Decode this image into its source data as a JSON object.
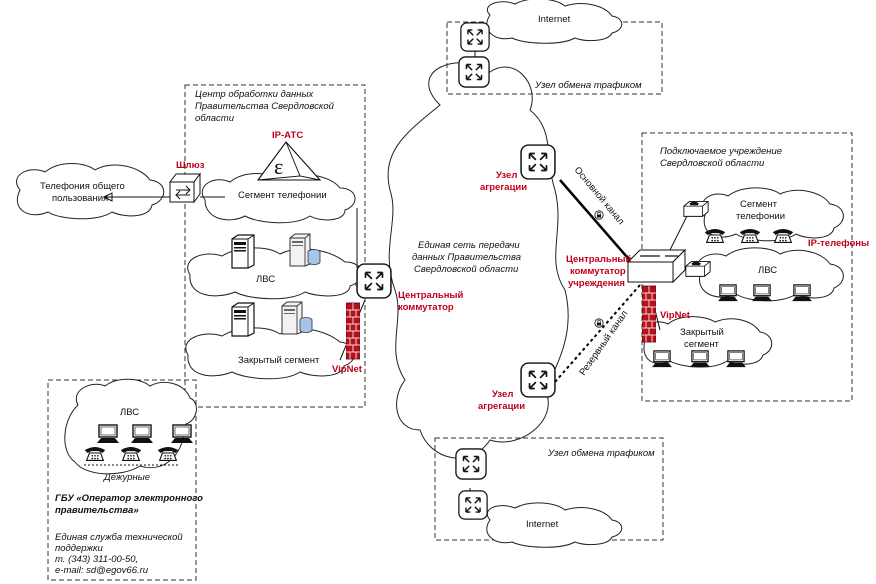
{
  "labels": {
    "data_center": [
      "Центр обработки данных",
      "Правительства Свердловской",
      "области"
    ],
    "ip_ats": "IP-АТС",
    "gateway": "Шлюз",
    "public_phone": [
      "Телефония общего",
      "пользования"
    ],
    "phone_segment": "Сегмент телефонии",
    "lan": "ЛВС",
    "closed_segment": "Закрытый сегмент",
    "vipnet": "VipNet",
    "central_switch": [
      "Центральный",
      "коммутатор"
    ],
    "unified_network": [
      "Единая сеть передачи",
      "данных Правительства",
      "Свердловской области"
    ],
    "internet": "Internet",
    "exchange_node": "Узел обмена трафиком",
    "aggregation_node": [
      "Узел",
      "агрегации"
    ],
    "main_channel": "Основной канал",
    "backup_channel": "Резервный канал",
    "institution": [
      "Подключаемое учреждение",
      "Свердловской области"
    ],
    "inst_phone_segment": [
      "Сегмент",
      "телефонии"
    ],
    "ip_phones": "IP-телефоны",
    "inst_switch": [
      "Центральный",
      "коммутатор",
      "учреждения"
    ],
    "inst_closed": [
      "Закрытый",
      "сегмент"
    ],
    "operator_lan": "ЛВС",
    "duty": "Дежурные",
    "operator_name": [
      "ГБУ «Оператор электронного",
      "правительства»"
    ],
    "support": [
      "Единая служба технической",
      "поддержки",
      "т. (343) 311-00-50,",
      "e-mail: sd@egov66.ru"
    ]
  },
  "icons": [
    "router-icon",
    "server-icon",
    "pc-icon",
    "phone-icon",
    "firewall-icon",
    "pbx-icon",
    "gateway-icon",
    "switch-icon"
  ],
  "colors": {
    "accent_red": "#c0001a",
    "firewall": "#b5121b"
  }
}
